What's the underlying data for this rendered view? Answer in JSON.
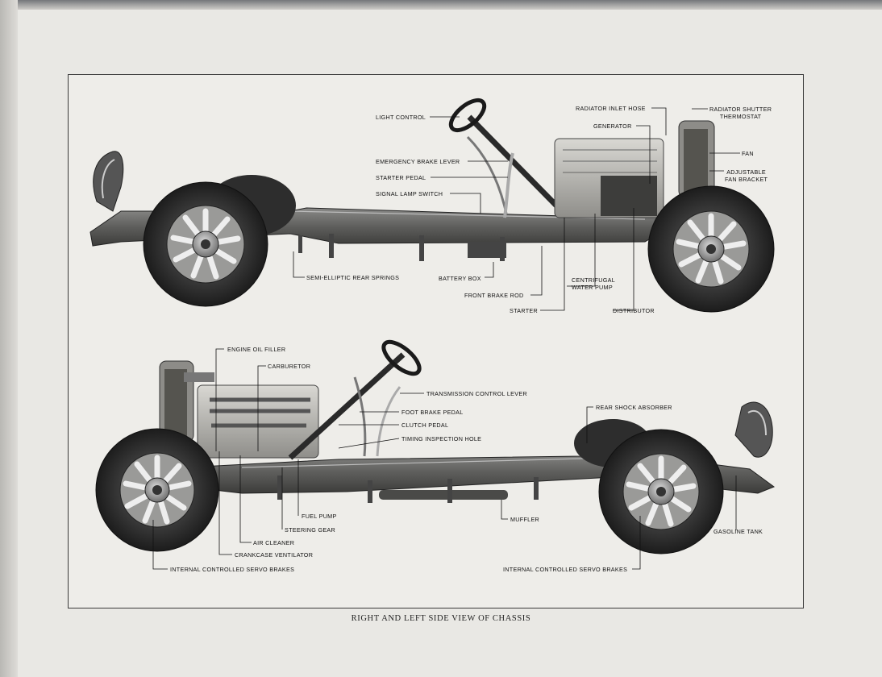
{
  "caption": "RIGHT AND LEFT SIDE VIEW OF CHASSIS",
  "top_view": {
    "labels": {
      "light_control": "LIGHT CONTROL",
      "emergency_brake_lever": "EMERGENCY BRAKE LEVER",
      "starter_pedal": "STARTER PEDAL",
      "signal_lamp_switch": "SIGNAL LAMP SWITCH",
      "radiator_inlet_hose": "RADIATOR INLET HOSE",
      "radiator_shutter_thermostat": "RADIATOR SHUTTER\nTHERMOSTAT",
      "generator": "GENERATOR",
      "fan": "FAN",
      "adjustable_fan_bracket": "ADJUSTABLE\nFAN BRACKET",
      "semi_elliptic_rear_springs": "SEMI-ELLIPTIC REAR SPRINGS",
      "battery_box": "BATTERY BOX",
      "front_brake_rod": "FRONT BRAKE ROD",
      "centrifugal_water_pump": "CENTRIFUGAL\nWATER PUMP",
      "starter": "STARTER",
      "distributor": "DISTRIBUTOR"
    }
  },
  "bottom_view": {
    "labels": {
      "engine_oil_filler": "ENGINE OIL FILLER",
      "carburetor": "CARBURETOR",
      "transmission_control_lever": "TRANSMISSION CONTROL LEVER",
      "foot_brake_pedal": "FOOT BRAKE PEDAL",
      "clutch_pedal": "CLUTCH PEDAL",
      "timing_inspection_hole": "TIMING INSPECTION HOLE",
      "rear_shock_absorber": "REAR SHOCK ABSORBER",
      "fuel_pump": "FUEL PUMP",
      "muffler": "MUFFLER",
      "steering_gear": "STEERING GEAR",
      "gasoline_tank": "GASOLINE TANK",
      "air_cleaner": "AIR CLEANER",
      "crankcase_ventilator": "CRANKCASE VENTILATOR",
      "internal_servo_brakes_left": "INTERNAL CONTROLLED SERVO BRAKES",
      "internal_servo_brakes_right": "INTERNAL CONTROLLED SERVO BRAKES"
    }
  }
}
